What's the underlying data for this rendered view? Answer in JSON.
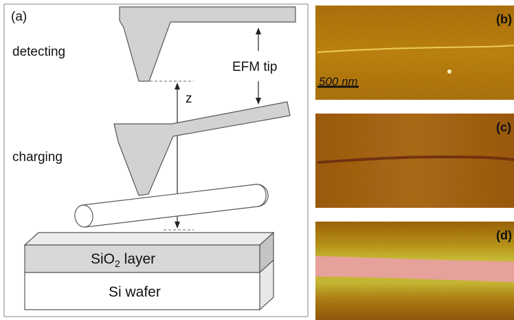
{
  "panel_a": {
    "label": "(a)",
    "detecting": "detecting",
    "charging": "charging",
    "efm_tip": "EFM tip",
    "z": "z",
    "sio2_main": "SiO",
    "sio2_sub": "2",
    "sio2_rest": " layer",
    "si_wafer": "Si wafer"
  },
  "panel_b": {
    "label": "(b)",
    "scalebar": "500 nm"
  },
  "panel_c": {
    "label": "(c)"
  },
  "panel_d": {
    "label": "(d)"
  },
  "colors": {
    "tip_fill": "#d2d2d2",
    "sio2_fill": "#d8d8d8",
    "afm_base": "#b8860b",
    "efm_stripe": "#e8a0a0"
  }
}
